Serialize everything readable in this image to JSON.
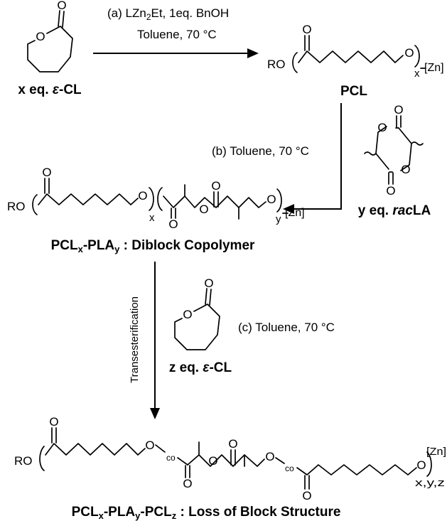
{
  "step_a": {
    "label": "(a)",
    "reagents_main": "LZn",
    "reagents_sub": "2",
    "reagents_rest": "Et, 1eq. BnOH",
    "conditions": "Toluene, 70 °C"
  },
  "monomer_cl": {
    "prefix": "x eq. ",
    "symbol": "ε",
    "suffix": "-CL"
  },
  "product_pcl": {
    "end_group": "RO",
    "repeat_index": "x",
    "metal": "[Zn]",
    "name": "PCL"
  },
  "step_b": {
    "label": "(b)",
    "conditions": "Toluene, 70 °C"
  },
  "monomer_la": {
    "prefix": "y eq. ",
    "italic": "rac",
    "suffix": "LA"
  },
  "product_diblock": {
    "end_group": "RO",
    "index_x": "x",
    "index_y": "y",
    "metal": "[Zn]",
    "name_a": "PCL",
    "sub_a": "x",
    "name_b": "-PLA",
    "sub_b": "y",
    "name_rest": " : Diblock Copolymer"
  },
  "step_c": {
    "side_label": "Transesterification",
    "label": "(c)",
    "conditions": "Toluene, 70 °C"
  },
  "monomer_cl_2": {
    "prefix": "z eq. ",
    "symbol": "ε",
    "suffix": "-CL"
  },
  "product_final": {
    "end_group": "RO",
    "link_1": "co",
    "link_2": "co",
    "metal": "[Zn]",
    "indices": "x,y,z",
    "name_a": "PCL",
    "sub_a": "x",
    "name_b": "-PLA",
    "sub_b": "y",
    "name_c": "-PCL",
    "sub_c": "z",
    "name_rest": " : Loss of Block Structure"
  },
  "atoms": {
    "oxygen": "O"
  }
}
